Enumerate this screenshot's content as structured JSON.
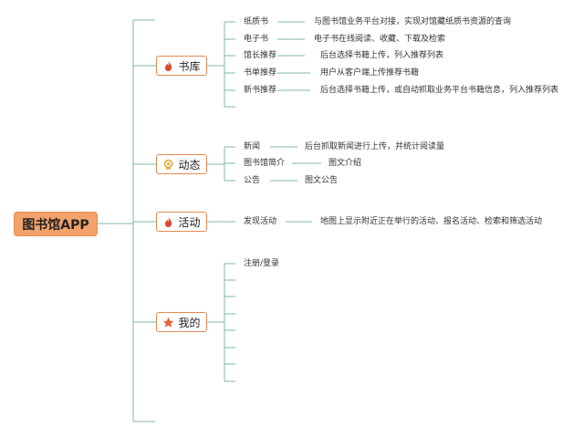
{
  "root": {
    "label": "图书馆APP"
  },
  "categories": [
    {
      "label": "书库",
      "icon": "flame-icon",
      "items": [
        {
          "name": "纸质书",
          "desc": "与图书馆业务平台对接，实现对馆藏纸质书资源的查询"
        },
        {
          "name": "电子书",
          "desc": "电子书在线阅读、收藏、下载及检索"
        },
        {
          "name": "馆长推荐",
          "desc": "后台选择书籍上传，列入推荐列表"
        },
        {
          "name": "书单推荐",
          "desc": "用户从客户端上传推荐书籍"
        },
        {
          "name": "新书推荐",
          "desc": "后台选择书籍上传，或自动抓取业务平台书籍信息，列入推荐列表"
        }
      ]
    },
    {
      "label": "动态",
      "icon": "badge-icon",
      "items": [
        {
          "name": "新闻",
          "desc": "后台抓取新闻进行上传，并统计阅读量"
        },
        {
          "name": "图书馆简介",
          "desc": "图文介绍"
        },
        {
          "name": "公告",
          "desc": "图文公告"
        }
      ]
    },
    {
      "label": "活动",
      "icon": "flame-icon",
      "items": [
        {
          "name": "发现活动",
          "desc": "地图上显示附近正在举行的活动、报名活动、检索和筛选活动"
        }
      ]
    },
    {
      "label": "我的",
      "icon": "star-icon",
      "items": [
        {
          "name": "注册/登录",
          "desc": ""
        }
      ]
    }
  ],
  "colors": {
    "line": "#7fb7a8",
    "accent": "#e58a55",
    "root_fill": "#f4a26c"
  }
}
